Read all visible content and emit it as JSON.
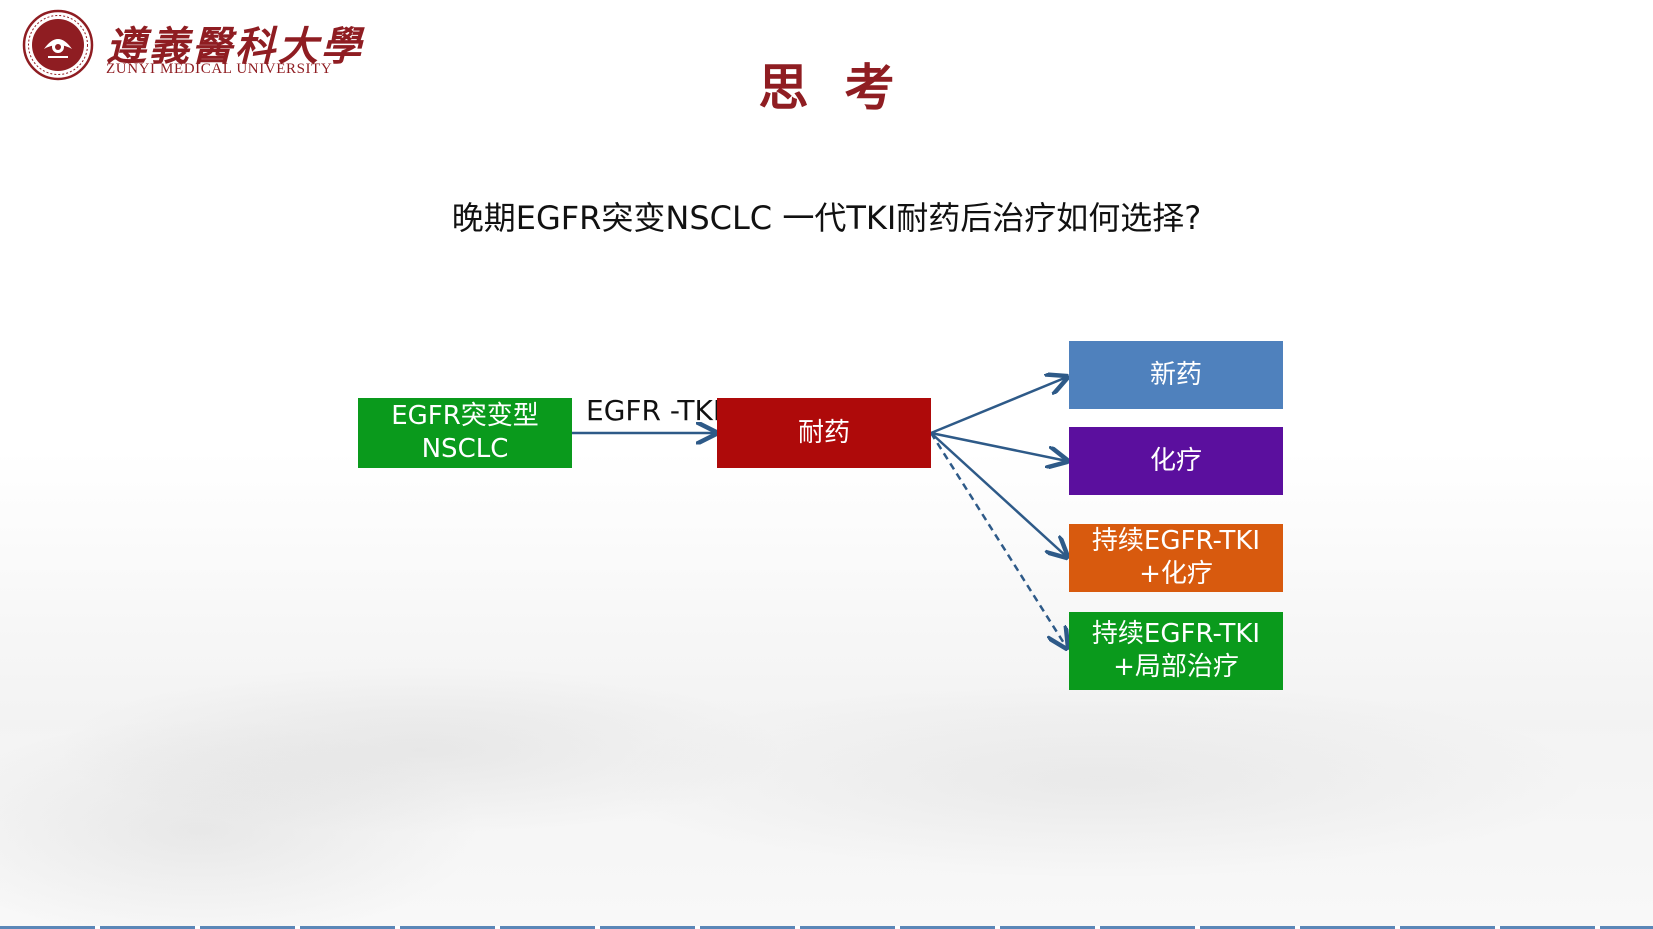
{
  "logo": {
    "name_cn": "遵義醫科大學",
    "name_en": "ZUNYI MEDICAL UNIVERSITY"
  },
  "title": "思考",
  "question": "晚期EGFR突变NSCLC 一代TKI耐药后治疗如何选择?",
  "diagram": {
    "source": {
      "line1": "EGFR突变型",
      "line2": "NSCLC"
    },
    "edge_label": "EGFR -TKI",
    "middle": {
      "label": "耐药"
    },
    "options": [
      {
        "line1": "新药",
        "line2": ""
      },
      {
        "line1": "化疗",
        "line2": ""
      },
      {
        "line1": "持续EGFR-TKI",
        "line2": "+化疗"
      },
      {
        "line1": "持续EGFR-TKI",
        "line2": "+局部治疗"
      }
    ]
  },
  "colors": {
    "source_box": "#0a9a1c",
    "middle_box": "#ae0a0a",
    "option_new_drug": "#4f81bd",
    "option_chemo": "#5b0f9e",
    "option_tki_chemo": "#d85a0e",
    "option_tki_local": "#0a9a1c",
    "arrow": "#2e5a88",
    "title": "#8f1d22"
  },
  "icons": {
    "logo": "university-seal-icon"
  }
}
